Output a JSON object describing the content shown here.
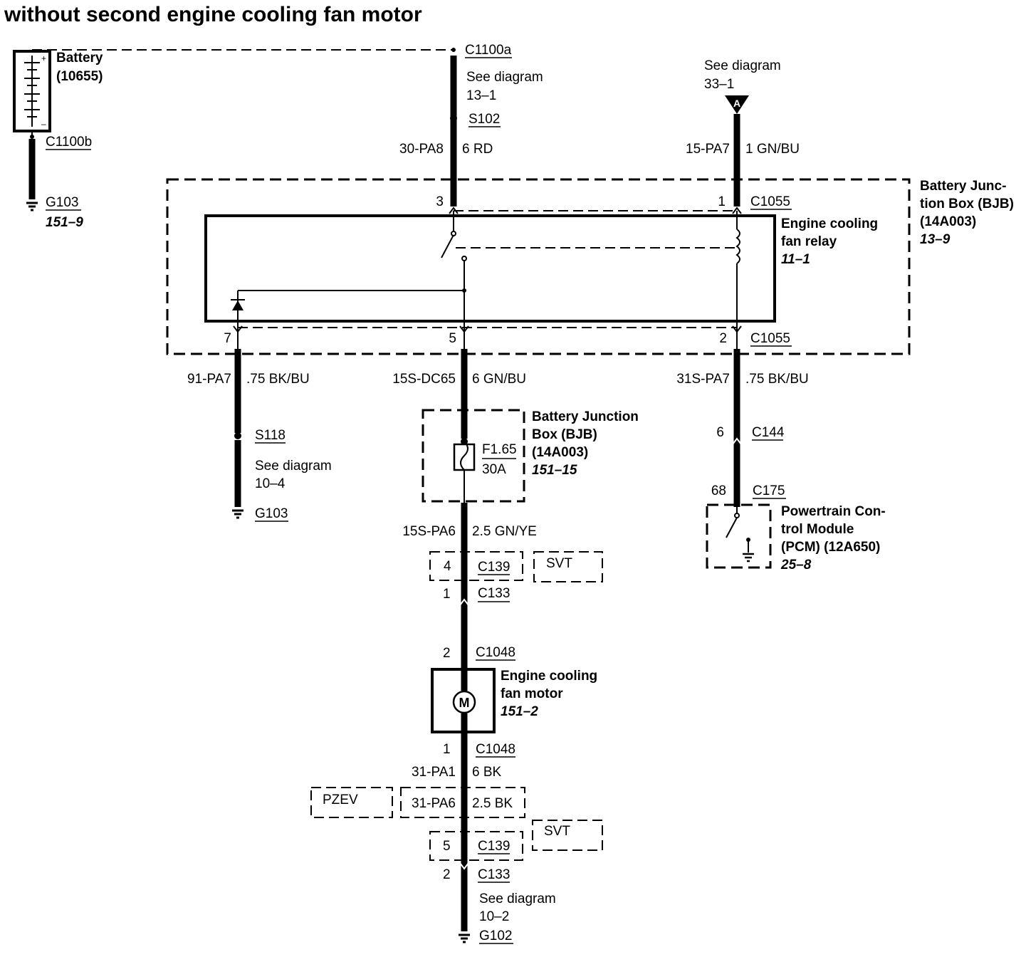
{
  "title": "without second engine cooling fan motor",
  "battery": {
    "name": "Battery",
    "part": "(10655)",
    "conn_top": "C1100a",
    "conn_bottom": "C1100b",
    "ground": "G103",
    "ground_ref": "151–9"
  },
  "feed_top": {
    "see": "See diagram",
    "see_ref": "13–1",
    "splice": "S102",
    "circuit": "30-PA8",
    "wire": "6 RD"
  },
  "feed_right": {
    "see": "See diagram",
    "see_ref": "33–1",
    "marker": "A",
    "circuit": "15-PA7",
    "wire": "1 GN/BU"
  },
  "bjb": {
    "name_line1": "Battery Junc-",
    "name_line2": "tion Box (BJB)",
    "part": "(14A003)",
    "ref": "13–9",
    "pin_top_left": "3",
    "pin_top_right": "1",
    "conn_top": "C1055",
    "pin_bot_left": "7",
    "pin_bot_mid": "5",
    "pin_bot_right": "2",
    "conn_bot": "C1055"
  },
  "relay": {
    "name_line1": "Engine cooling",
    "name_line2": "fan relay",
    "ref": "11–1"
  },
  "left_branch": {
    "circuit": "91-PA7",
    "wire": ".75 BK/BU",
    "splice": "S118",
    "see": "See diagram",
    "see_ref": "10–4",
    "ground": "G103"
  },
  "mid_branch": {
    "circuit": "15S-DC65",
    "wire": "6 GN/BU"
  },
  "bjb2": {
    "name_line1": "Battery Junction",
    "name_line2": "Box (BJB)",
    "part": "(14A003)",
    "ref": "151–15",
    "fuse": "F1.65",
    "fuse_rating": "30A"
  },
  "mid_lower": {
    "circuit": "15S-PA6",
    "wire": "2.5 GN/YE",
    "c139_pin": "4",
    "c139": "C139",
    "svt": "SVT",
    "c133_pin": "1",
    "c133": "C133"
  },
  "motor": {
    "pin_top": "2",
    "conn_top": "C1048",
    "name_line1": "Engine cooling",
    "name_line2": "fan motor",
    "ref": "151–2",
    "symbol": "M",
    "pin_bot": "1",
    "conn_bot": "C1048"
  },
  "ground_run": {
    "circuit": "31-PA1",
    "wire": "6 BK",
    "pzev": "PZEV",
    "alt_circuit": "31-PA6",
    "alt_wire": "2.5 BK",
    "c139_pin": "5",
    "c139": "C139",
    "svt": "SVT",
    "c133_pin": "2",
    "c133": "C133",
    "see": "See diagram",
    "see_ref": "10–2",
    "ground": "G102"
  },
  "right_branch": {
    "circuit": "31S-PA7",
    "wire": ".75 BK/BU",
    "c144_pin": "6",
    "c144": "C144",
    "c175_pin": "68",
    "c175": "C175"
  },
  "pcm": {
    "name_line1": "Powertrain Con-",
    "name_line2": "trol Module",
    "name_line3": "(PCM) (12A650)",
    "ref": "25–8"
  }
}
